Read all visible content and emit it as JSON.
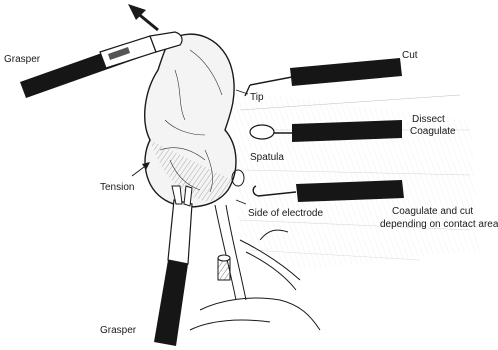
{
  "labels": {
    "grasper_top": "Grasper",
    "grasper_bottom": "Grasper",
    "cut": "Cut",
    "tip": "Tip",
    "dissect": "Dissect",
    "coagulate": "Coagulate",
    "spatula": "Spatula",
    "tension": "Tension",
    "side_of_electrode": "Side of electrode",
    "coag_cut_line1": "Coagulate and cut",
    "coag_cut_line2": "depending on contact area"
  },
  "colors": {
    "ink": "#1a1a1a",
    "shaft": "#161616",
    "paper": "#ffffff"
  }
}
